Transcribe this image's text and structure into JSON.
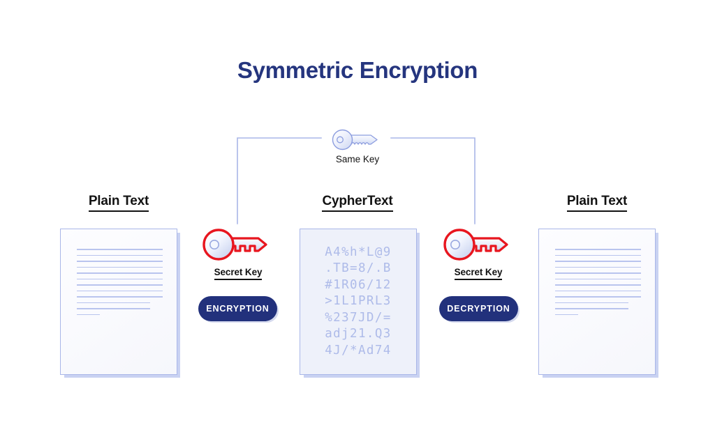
{
  "title": "Symmetric Encryption",
  "columns": {
    "plain_left": "Plain Text",
    "cypher": "CypherText",
    "plain_right": "Plain Text"
  },
  "same_key_label": "Same Key",
  "keys": {
    "left_label": "Secret Key",
    "right_label": "Secret Key",
    "top_icon": "key-icon",
    "left_icon": "key-icon",
    "right_icon": "key-icon"
  },
  "buttons": {
    "encryption": "ENCRYPTION",
    "decryption": "DECRYPTION"
  },
  "ciphertext": {
    "lines": [
      "A4%h*L@9",
      ".TB=8/.B",
      "#1R06/12",
      ">1L1PRL3",
      "%237JD/=",
      "adj21.Q3",
      "4J/*Ad74"
    ]
  },
  "document_lines": [
    {
      "width": "full"
    },
    {
      "width": "full"
    },
    {
      "width": "full"
    },
    {
      "width": "full"
    },
    {
      "width": "full"
    },
    {
      "width": "full"
    },
    {
      "width": "full"
    },
    {
      "width": "full"
    },
    {
      "width": "full"
    },
    {
      "width": "w85"
    },
    {
      "width": "w85"
    },
    {
      "width": "w27"
    }
  ],
  "colors": {
    "title": "#25357e",
    "button_bg": "#22317c",
    "key_red": "#e8161f",
    "cipher_text": "#aebbe9",
    "doc_border": "#a9b6e8",
    "connector": "#a9b6e8",
    "background": "#ffffff"
  }
}
